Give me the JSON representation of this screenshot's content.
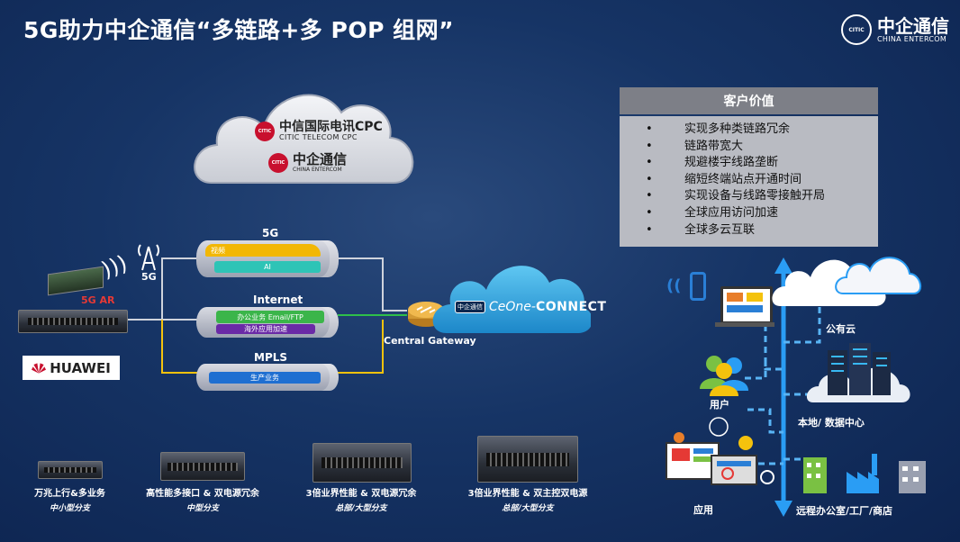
{
  "slide": {
    "title": "5G助力中企通信“多链路+多 POP 组网”"
  },
  "brand": {
    "mark": "CITIC",
    "name_cn": "中企通信",
    "name_en": "CHINA ENTERCOM"
  },
  "cloud": {
    "cpc_cn": "中信国际电讯CPC",
    "cpc_en": "CITIC TELECOM CPC",
    "ce_cn": "中企通信",
    "ce_en": "CHINA ENTERCOM",
    "logo_text": "CITIC"
  },
  "links": {
    "fiveg": {
      "label": "5G",
      "streams": [
        "视频",
        "AI"
      ]
    },
    "internet": {
      "label": "Internet",
      "streams": [
        "办公业务 Email/FTP",
        "海外应用加速"
      ]
    },
    "mpls": {
      "label": "MPLS",
      "streams": [
        "生产业务"
      ]
    }
  },
  "edge": {
    "antenna_label": "5G",
    "ar_label": "5G AR",
    "vendor": "HUAWEI"
  },
  "gateway": {
    "label": "Central Gateway",
    "ceone_badge": "中企通信",
    "ceone_name": "CeOne-",
    "ceone_suffix": "CONNECT"
  },
  "devices": [
    {
      "label": "万兆上行&多业务",
      "sub": "中小型分支"
    },
    {
      "label": "高性能多接口 & 双电源冗余",
      "sub": "中型分支"
    },
    {
      "label": "3倍业界性能 & 双电源冗余",
      "sub": "总部/大型分支"
    },
    {
      "label": "3倍业界性能 & 双主控双电源",
      "sub": "总部/大型分支"
    }
  ],
  "customer_value": {
    "heading": "客户价值",
    "items": [
      "实现多种类链路冗余",
      "链路带宽大",
      "规避楼宇线路垄断",
      "缩短终端站点开通时间",
      "实现设备与线路零接触开局",
      "全球应用访问加速",
      "全球多云互联"
    ]
  },
  "topology": {
    "public_cloud": "公有云",
    "users": "用户",
    "datacenter": "本地/ 数据中心",
    "apps": "应用",
    "remote": "远程办公室/工厂/商店"
  },
  "colors": {
    "background": "#163465",
    "accent_blue": "#2a7fd6",
    "stream_yellow": "#f2b705",
    "stream_teal": "#2ec4b6",
    "stream_green": "#3bb54a",
    "stream_purple": "#6a2aa6",
    "stream_blue": "#1f6fd1",
    "line_yellow": "#f4c20d",
    "line_green": "#2fbf4a",
    "brand_red": "#c8102e"
  },
  "icons": [
    "antenna-icon",
    "wifi-icon",
    "phone-icon",
    "laptop-icon",
    "users-icon",
    "server-icon",
    "building-icon",
    "router-icon",
    "cloud-icon"
  ]
}
